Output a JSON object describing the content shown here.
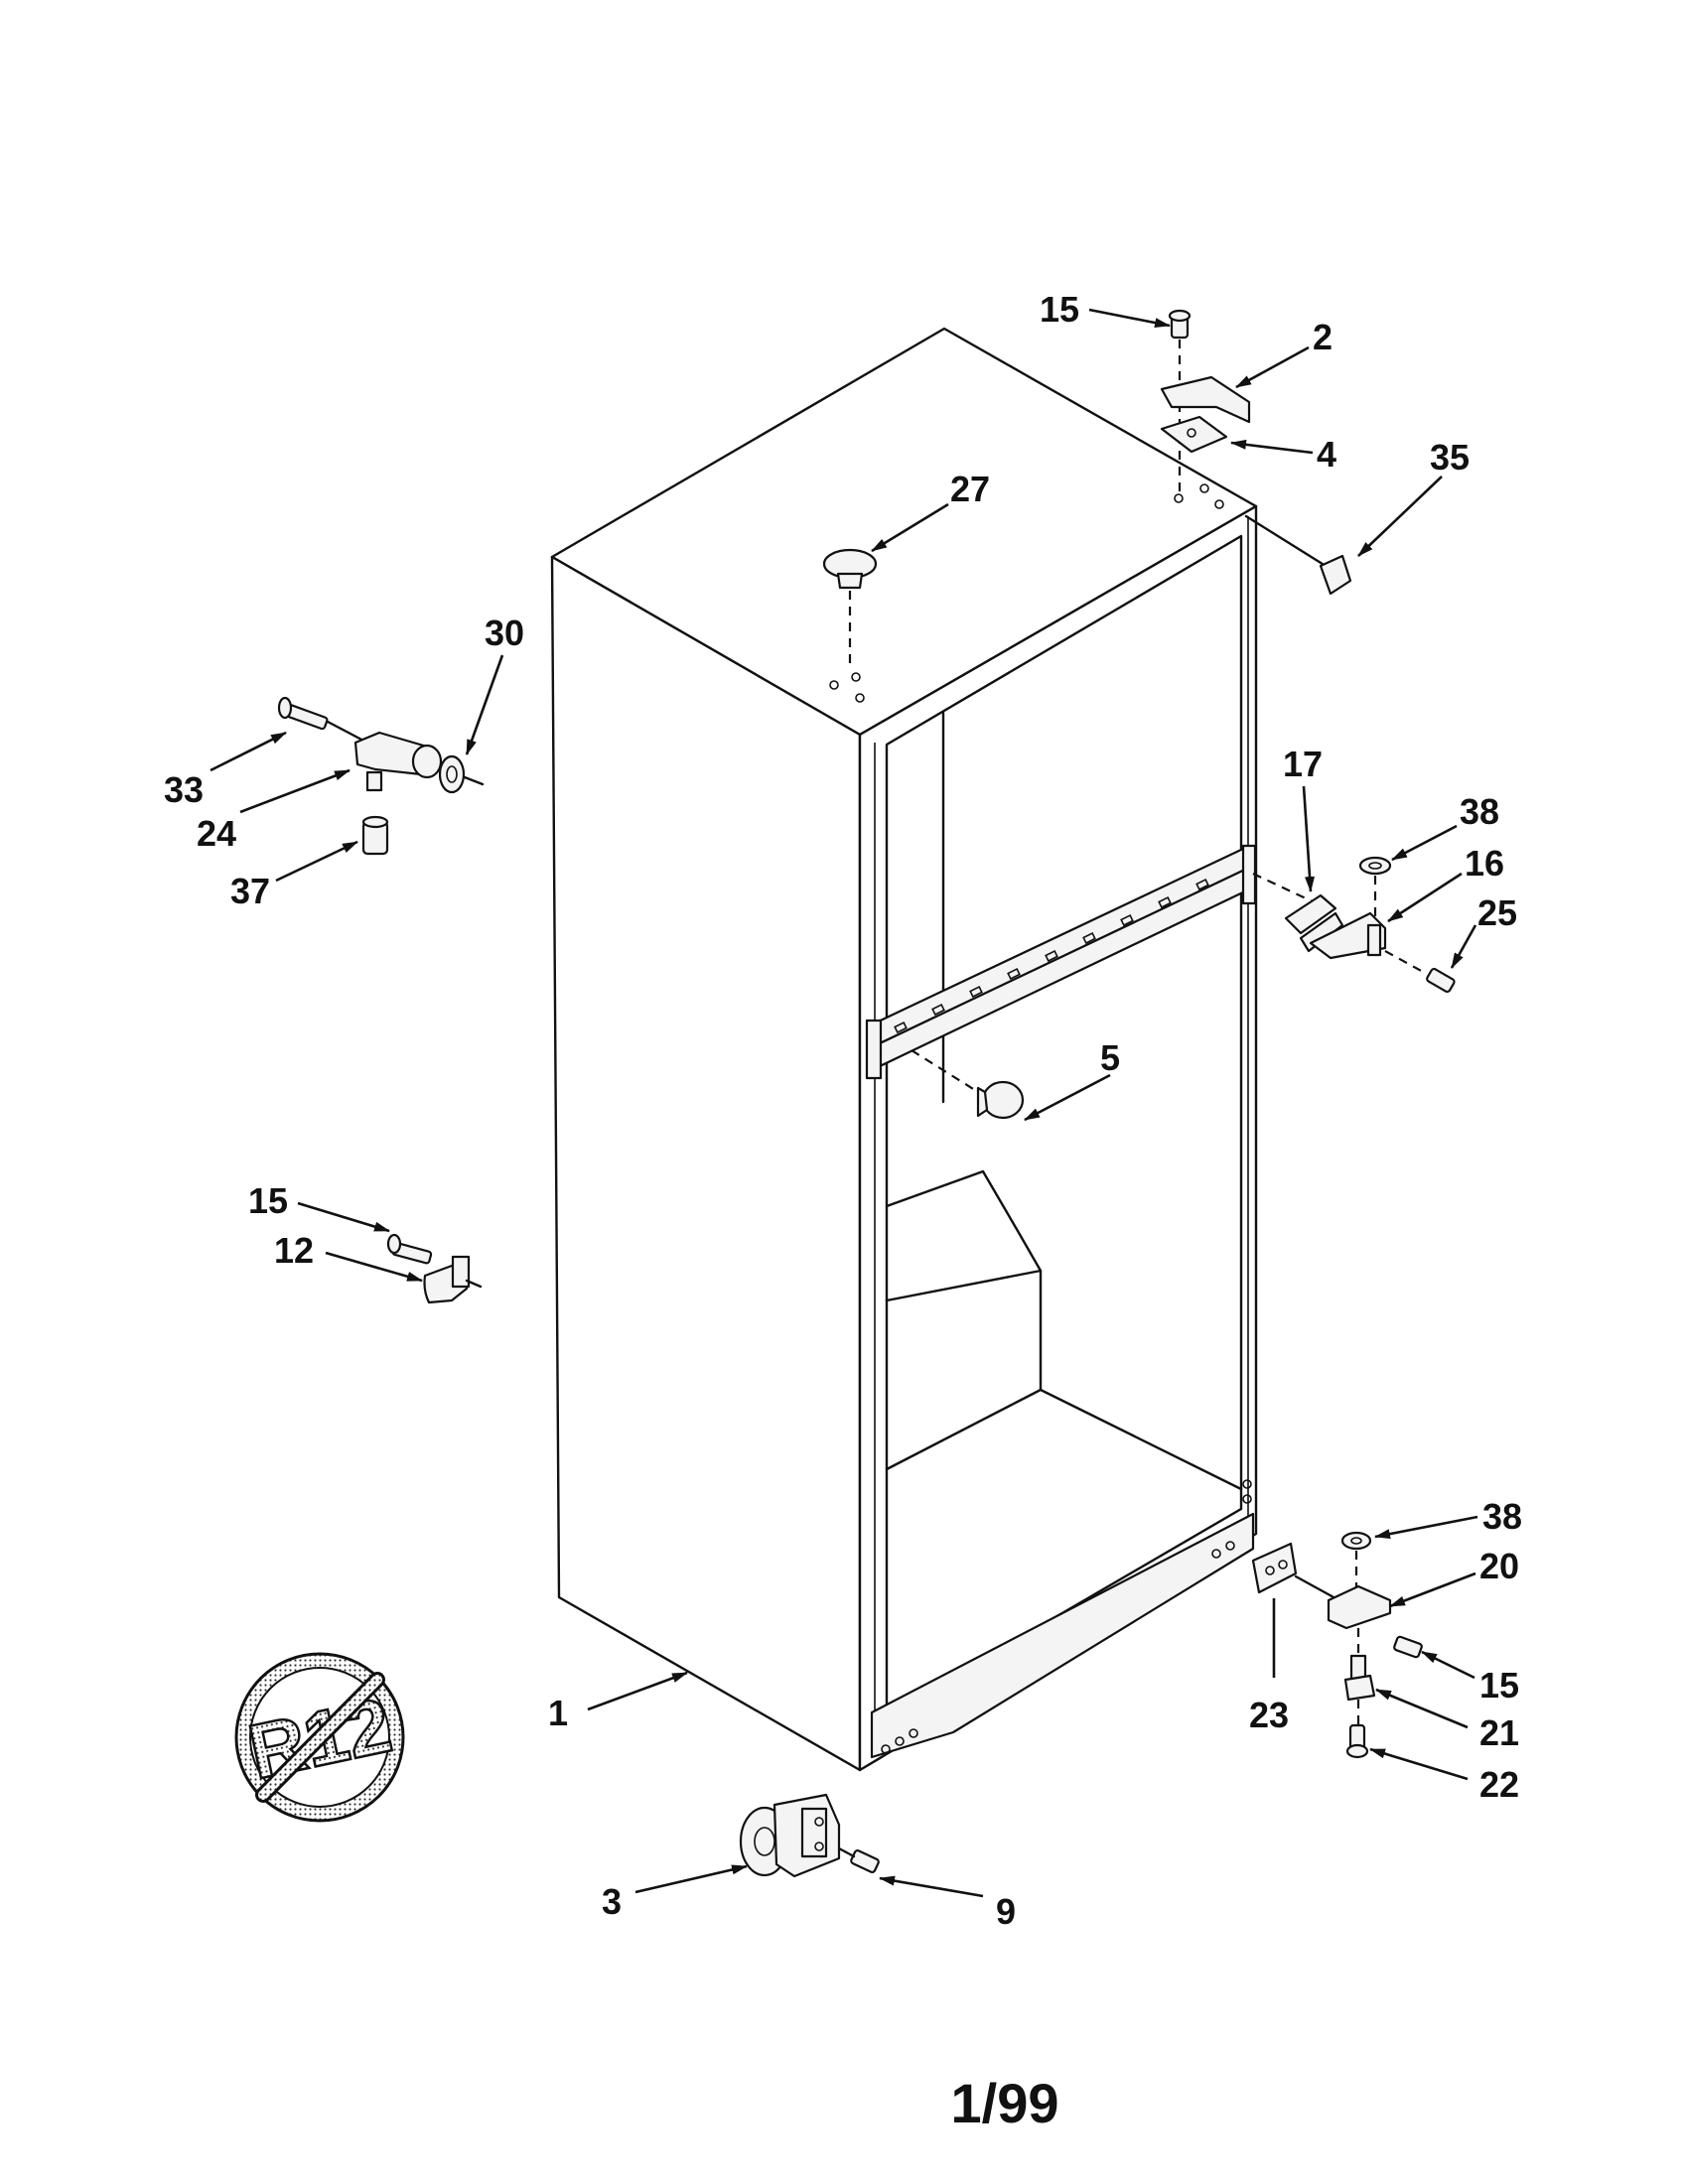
{
  "diagram": {
    "footer_code": "1/99",
    "badge_text": "R12",
    "callouts": [
      {
        "id": "c-15-top",
        "label": "15"
      },
      {
        "id": "c-2",
        "label": "2"
      },
      {
        "id": "c-4",
        "label": "4"
      },
      {
        "id": "c-35",
        "label": "35"
      },
      {
        "id": "c-27",
        "label": "27"
      },
      {
        "id": "c-30",
        "label": "30"
      },
      {
        "id": "c-33",
        "label": "33"
      },
      {
        "id": "c-24",
        "label": "24"
      },
      {
        "id": "c-37",
        "label": "37"
      },
      {
        "id": "c-17",
        "label": "17"
      },
      {
        "id": "c-38-top",
        "label": "38"
      },
      {
        "id": "c-16",
        "label": "16"
      },
      {
        "id": "c-25",
        "label": "25"
      },
      {
        "id": "c-5",
        "label": "5"
      },
      {
        "id": "c-15-left",
        "label": "15"
      },
      {
        "id": "c-12",
        "label": "12"
      },
      {
        "id": "c-38-bottom",
        "label": "38"
      },
      {
        "id": "c-20",
        "label": "20"
      },
      {
        "id": "c-15-right",
        "label": "15"
      },
      {
        "id": "c-21",
        "label": "21"
      },
      {
        "id": "c-22",
        "label": "22"
      },
      {
        "id": "c-23",
        "label": "23"
      },
      {
        "id": "c-1",
        "label": "1"
      },
      {
        "id": "c-3",
        "label": "3"
      },
      {
        "id": "c-9",
        "label": "9"
      }
    ]
  }
}
